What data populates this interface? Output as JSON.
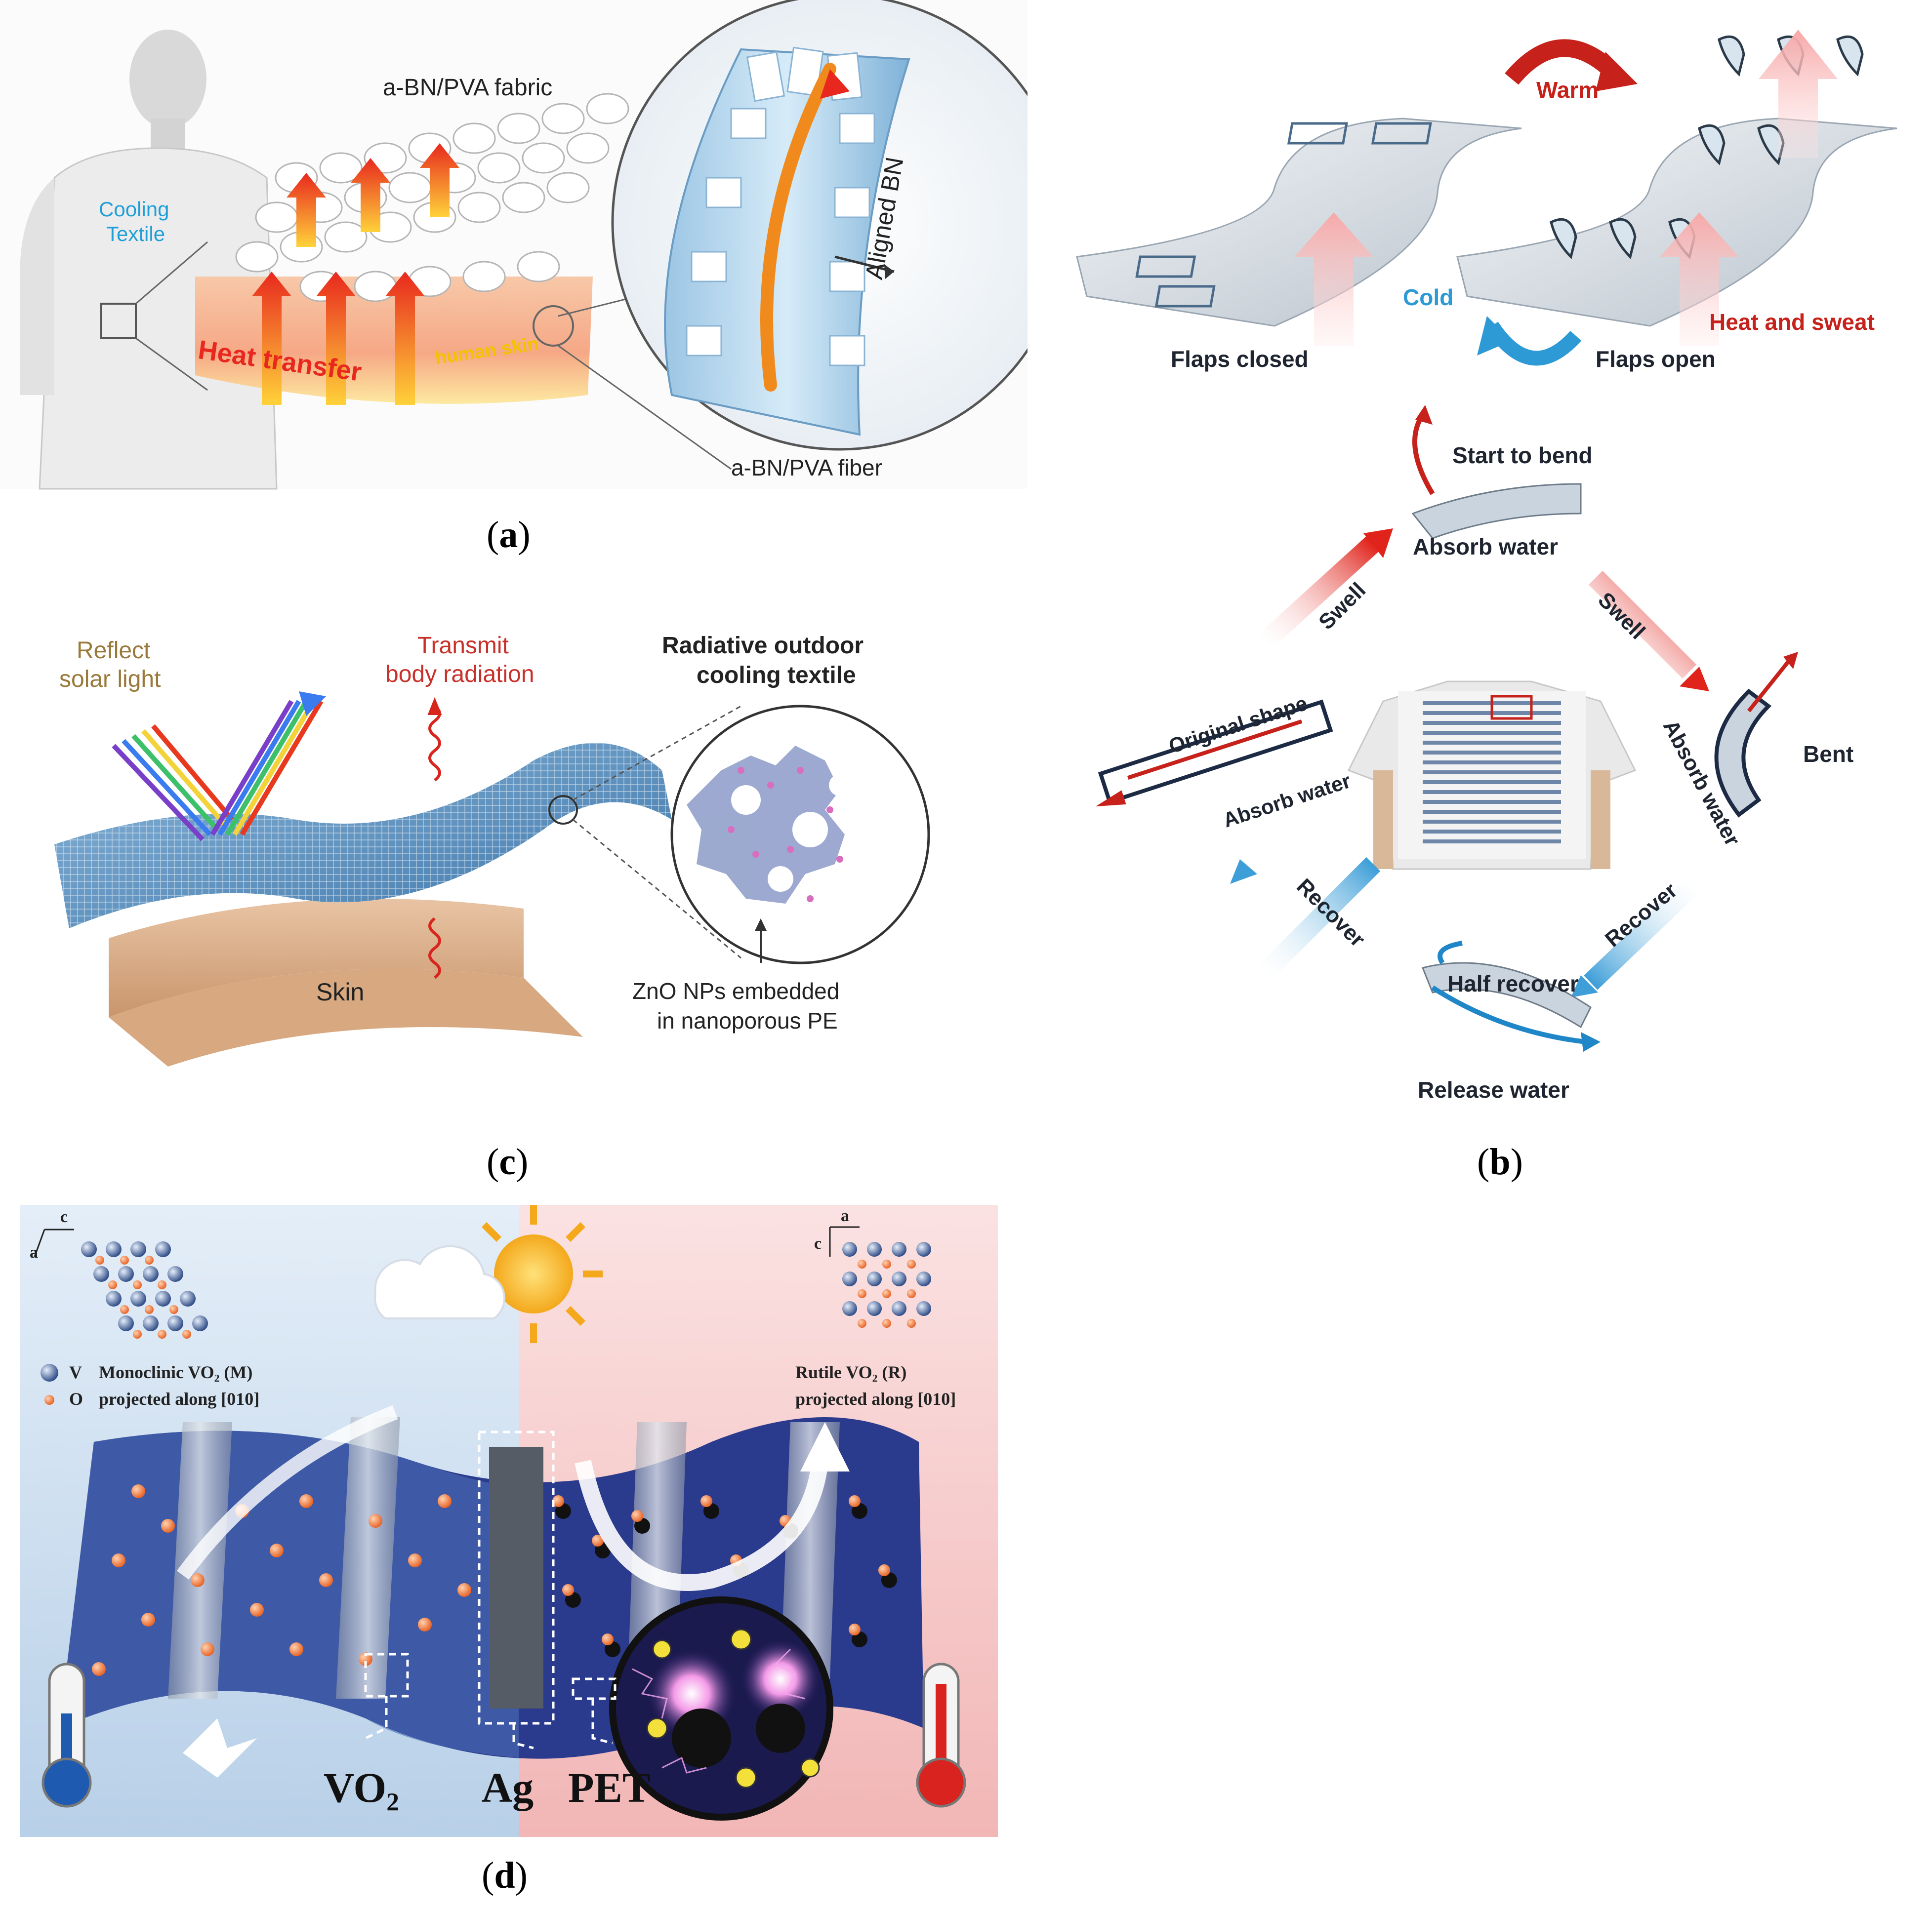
{
  "panel_a": {
    "caption": "a",
    "shirt_label_line1": "Cooling",
    "shirt_label_line2": "Textile",
    "fabric_label": "a-BN/PVA fabric",
    "heat_label": "Heat transfer",
    "skin_label": "human skin",
    "aligned_label": "Aligned BN",
    "fiber_label": "a-BN/PVA fiber"
  },
  "panel_b": {
    "caption": "b",
    "warm_label": "Warm",
    "cold_label": "Cold",
    "flaps_closed": "Flaps closed",
    "flaps_open": "Flaps open",
    "heat_sweat": "Heat and sweat",
    "start_bend": "Start to bend",
    "absorb_water_top": "Absorb water",
    "swell_left": "Swell",
    "swell_right": "Swell",
    "original_shape": "Original shape",
    "absorb_water_left": "Absorb water",
    "bent": "Bent",
    "absorb_water_right": "Absorb water",
    "recover_left": "Recover",
    "recover_right": "Recover",
    "half_recover": "Half recover",
    "release_water": "Release water"
  },
  "panel_c": {
    "caption": "c",
    "reflect_line1": "Reflect",
    "reflect_line2": "solar light",
    "transmit_line1": "Transmit",
    "transmit_line2": "body radiation",
    "title_line1": "Radiative outdoor",
    "title_line2": "cooling textile",
    "skin_label": "Skin",
    "zno_line1": "ZnO NPs embedded",
    "zno_line2": "in nanoporous PE"
  },
  "panel_d": {
    "caption": "d",
    "axis_c_left": "c",
    "axis_a_left": "a",
    "axis_a_right": "a",
    "axis_c_right": "c",
    "legend_v": "V",
    "legend_o": "O",
    "mono_line1": "Monoclinic VO₂ (M)",
    "mono_line2": "projected along [010]",
    "rutile_line1": "Rutile VO₂ (R)",
    "rutile_line2": "projected along [010]",
    "vo2_label": "VO₂",
    "ag_label": "Ag",
    "pet_label": "PET"
  },
  "colors": {
    "heat_red": "#e8281e",
    "cool_blue": "#1f9fd8",
    "bn_blue": "#a9cfe8",
    "skin_tan": "#e8b894",
    "fabric_blue": "#5b93c2",
    "vo2_left_bg": "#c9dcef",
    "vo2_right_bg": "#f4cccc",
    "wave_blue": "#2038a0",
    "particle_orange": "#e87a3c"
  }
}
